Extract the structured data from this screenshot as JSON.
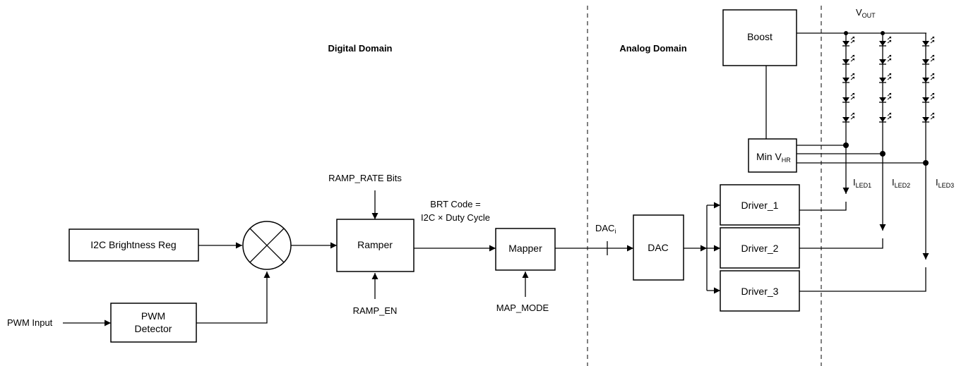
{
  "domains": {
    "digital": "Digital Domain",
    "analog": "Analog Domain"
  },
  "blocks": {
    "i2c_reg": "I2C Brightness Reg",
    "pwm_detector_line1": "PWM",
    "pwm_detector_line2": "Detector",
    "ramper": "Ramper",
    "mapper": "Mapper",
    "dac": "DAC",
    "boost": "Boost",
    "min_vhr_main": "Min V",
    "min_vhr_sub": "HR",
    "driver_1": "Driver_1",
    "driver_2": "Driver_2",
    "driver_3": "Driver_3"
  },
  "signals": {
    "pwm_input": "PWM Input",
    "ramp_rate_bits": "RAMP_RATE Bits",
    "ramp_en": "RAMP_EN",
    "map_mode": "MAP_MODE",
    "brt_code_line1": "BRT Code =",
    "brt_code_line2": "I2C × Duty Cycle",
    "dac_main": "DAC",
    "dac_sub": "i",
    "vout_main": "V",
    "vout_sub": "OUT",
    "i_led1_main": "I",
    "i_led1_sub": "LED1",
    "i_led2_main": "I",
    "i_led2_sub": "LED2",
    "i_led3_main": "I",
    "i_led3_sub": "LED3"
  }
}
